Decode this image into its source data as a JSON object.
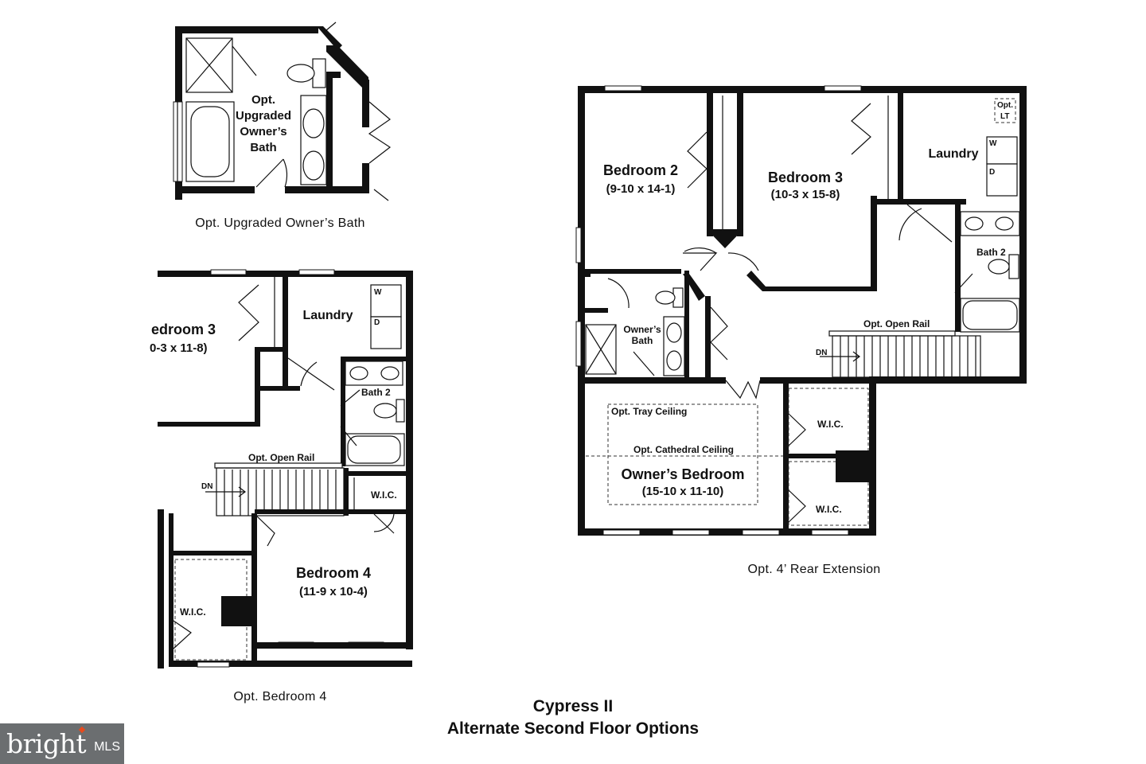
{
  "title": "Cypress II",
  "subtitle": "Alternate Second Floor Options",
  "logo": {
    "brand": "bright",
    "mls": "MLS"
  },
  "panels": {
    "bath": {
      "caption": "Opt. Upgraded Owner’s Bath",
      "label_lines": [
        "Opt.",
        "Upgraded",
        "Owner’s",
        "Bath"
      ]
    },
    "bedroom4": {
      "caption": "Opt. Bedroom 4",
      "bedroom3_name": "edroom 3",
      "bedroom3_dim": "0-3 x 11-8)",
      "laundry": "Laundry",
      "washer": "W",
      "dryer": "D",
      "bath2": "Bath 2",
      "open_rail": "Opt. Open Rail",
      "dn": "DN",
      "wic_1": "W.I.C.",
      "wic_2": "W.I.C.",
      "bedroom4_name": "Bedroom 4",
      "bedroom4_dim": "(11-9 x 10-4)"
    },
    "extension": {
      "caption": "Opt. 4’ Rear Extension",
      "bedroom2_name": "Bedroom 2",
      "bedroom2_dim": "(9-10 x 14-1)",
      "bedroom3_name": "Bedroom 3",
      "bedroom3_dim": "(10-3 x 15-8)",
      "laundry": "Laundry",
      "opt_lt": [
        "Opt.",
        "LT"
      ],
      "washer": "W",
      "dryer": "D",
      "bath2": "Bath 2",
      "owners_bath": [
        "Owner’s",
        "Bath"
      ],
      "open_rail": "Opt. Open Rail",
      "dn": "DN",
      "tray_ceiling": "Opt. Tray Ceiling",
      "cathedral_ceiling": "Opt. Cathedral Ceiling",
      "owners_bedroom_name": "Owner’s Bedroom",
      "owners_bedroom_dim": "(15-10 x 11-10)",
      "wic_1": "W.I.C.",
      "wic_2": "W.I.C."
    }
  }
}
